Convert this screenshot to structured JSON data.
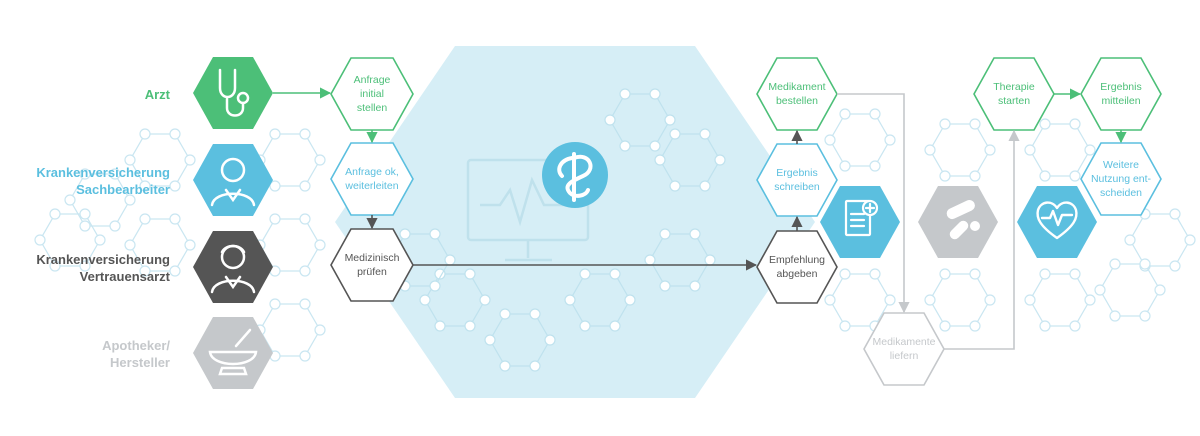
{
  "colors": {
    "green": "#4cbf78",
    "blue": "#5bbfdf",
    "dark": "#555555",
    "gray": "#c5c8cb",
    "bg_hex": "#d6eef6",
    "net": "#c9e6f1"
  },
  "roles": {
    "arzt": "Arzt",
    "kv_sachbearbeiter": "Krankenversicherung\nSachbearbeiter",
    "kv_vertrauensarzt": "Krankenversicherung\nVertrauensarzt",
    "apotheker": "Apotheker/\nHersteller"
  },
  "steps": {
    "anfrage_initial": "Anfrage\ninitial\nstellen",
    "anfrage_ok": "Anfrage ok,\nweiterleiten",
    "medizinisch_pruefen": "Medizinisch\nprüfen",
    "empfehlung_abgeben": "Empfehlung\nabgeben",
    "ergebnis_schreiben": "Ergebnis\nschreiben",
    "medikament_bestellen": "Medikament\nbestellen",
    "medikamente_liefern": "Medikamente\nliefern",
    "therapie_starten": "Therapie\nstarten",
    "ergebnis_mitteilen": "Ergebnis\nmitteilen",
    "weitere_nutzung": "Weitere\nNutzung ent-\nscheiden"
  },
  "icons": {
    "arzt": "stethoscope-icon",
    "sachbearbeiter": "person-icon",
    "vertrauensarzt": "doctor-icon",
    "apotheker": "mortar-pestle-icon",
    "center_logo": "aesculapian-snake-icon",
    "center_monitor": "monitor-ecg-icon",
    "document": "medical-document-icon",
    "pills": "pills-icon",
    "heart": "heart-pulse-icon"
  }
}
